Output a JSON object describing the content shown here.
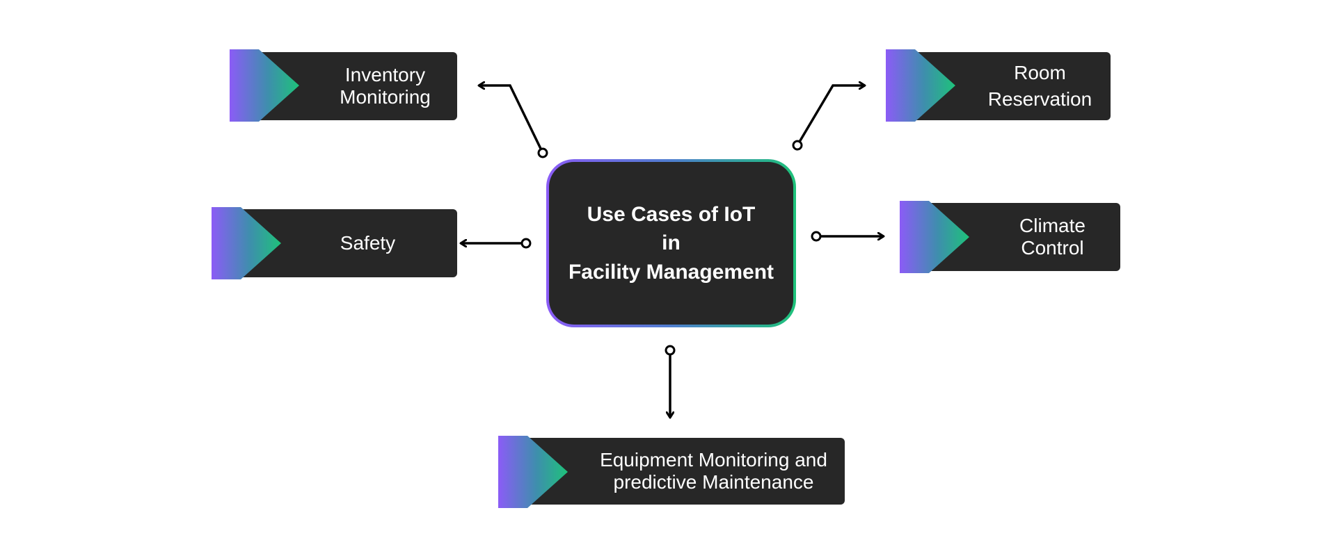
{
  "diagram": {
    "title": "Use Cases of IoT\nin\nFacility Management",
    "nodes": [
      {
        "id": "inventory",
        "label": "Inventory\nMonitoring"
      },
      {
        "id": "room",
        "label": "Room\nReservation"
      },
      {
        "id": "safety",
        "label": "Safety"
      },
      {
        "id": "climate",
        "label": "Climate\nControl"
      },
      {
        "id": "equipment",
        "label": "Equipment Monitoring and\npredictive Maintenance"
      }
    ]
  },
  "colors": {
    "card_background": "#272727",
    "gradient_start": "#8b5cf6",
    "gradient_end": "#1ec27a",
    "connector": "#000000",
    "text": "#ffffff"
  }
}
